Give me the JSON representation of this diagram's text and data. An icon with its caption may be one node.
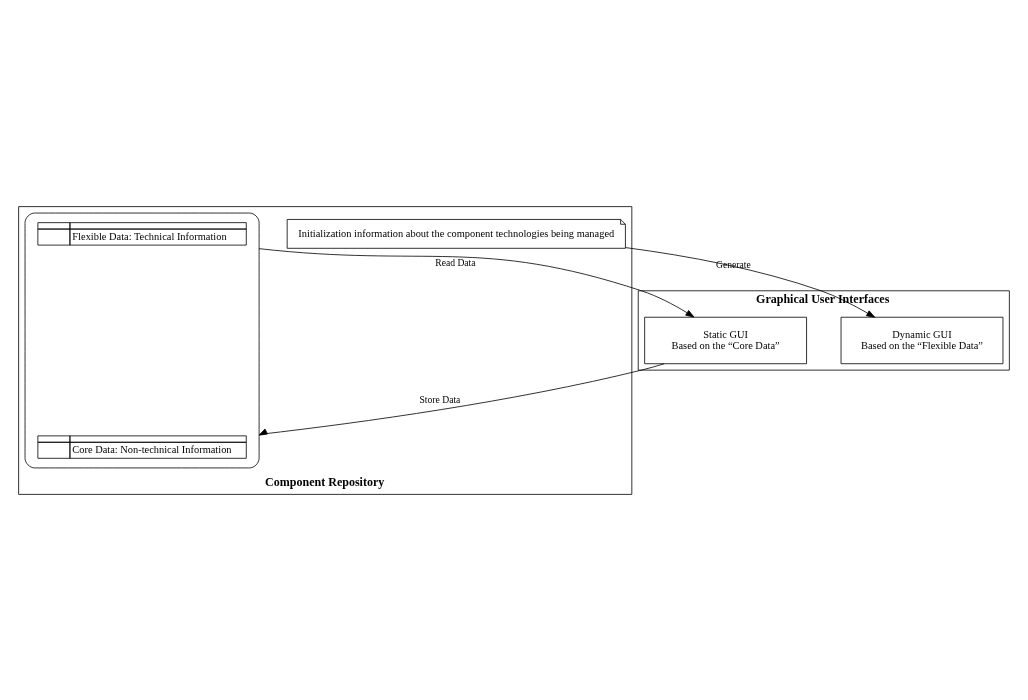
{
  "diagram": {
    "nodes": [
      {
        "text": [
          "Graphical User Interfaces"
        ]
      },
      {
        "text": [
          "Static GUI",
          "Based on the “Core Data”"
        ],
        "in": 0
      },
      {
        "text": [
          "Dynamic GUI",
          "Based on the “Flexible Data”"
        ],
        "in": 0
      },
      {
        "text": [
          "Component Repository"
        ]
      },
      {
        "text": [],
        "shape": "cylinder",
        "in": 3
      },
      {
        "text": [
          "Core Data: Non-technical Information"
        ],
        "in": 4
      },
      {
        "text": [
          "Flexible Data: Technical Information"
        ],
        "in": 4
      },
      {
        "text": [
          "Initialization information about the component technologies being managed"
        ],
        "in": 3
      }
    ],
    "edges": [
      {
        "from": 4,
        "to": 1,
        "arrow": "to",
        "label": "Read Data"
      },
      {
        "from": 1,
        "to": 4,
        "arrow": "to",
        "label": "Store Data"
      },
      {
        "from": 7,
        "to": 2,
        "arrow": "to",
        "label": "Generate"
      }
    ]
  }
}
